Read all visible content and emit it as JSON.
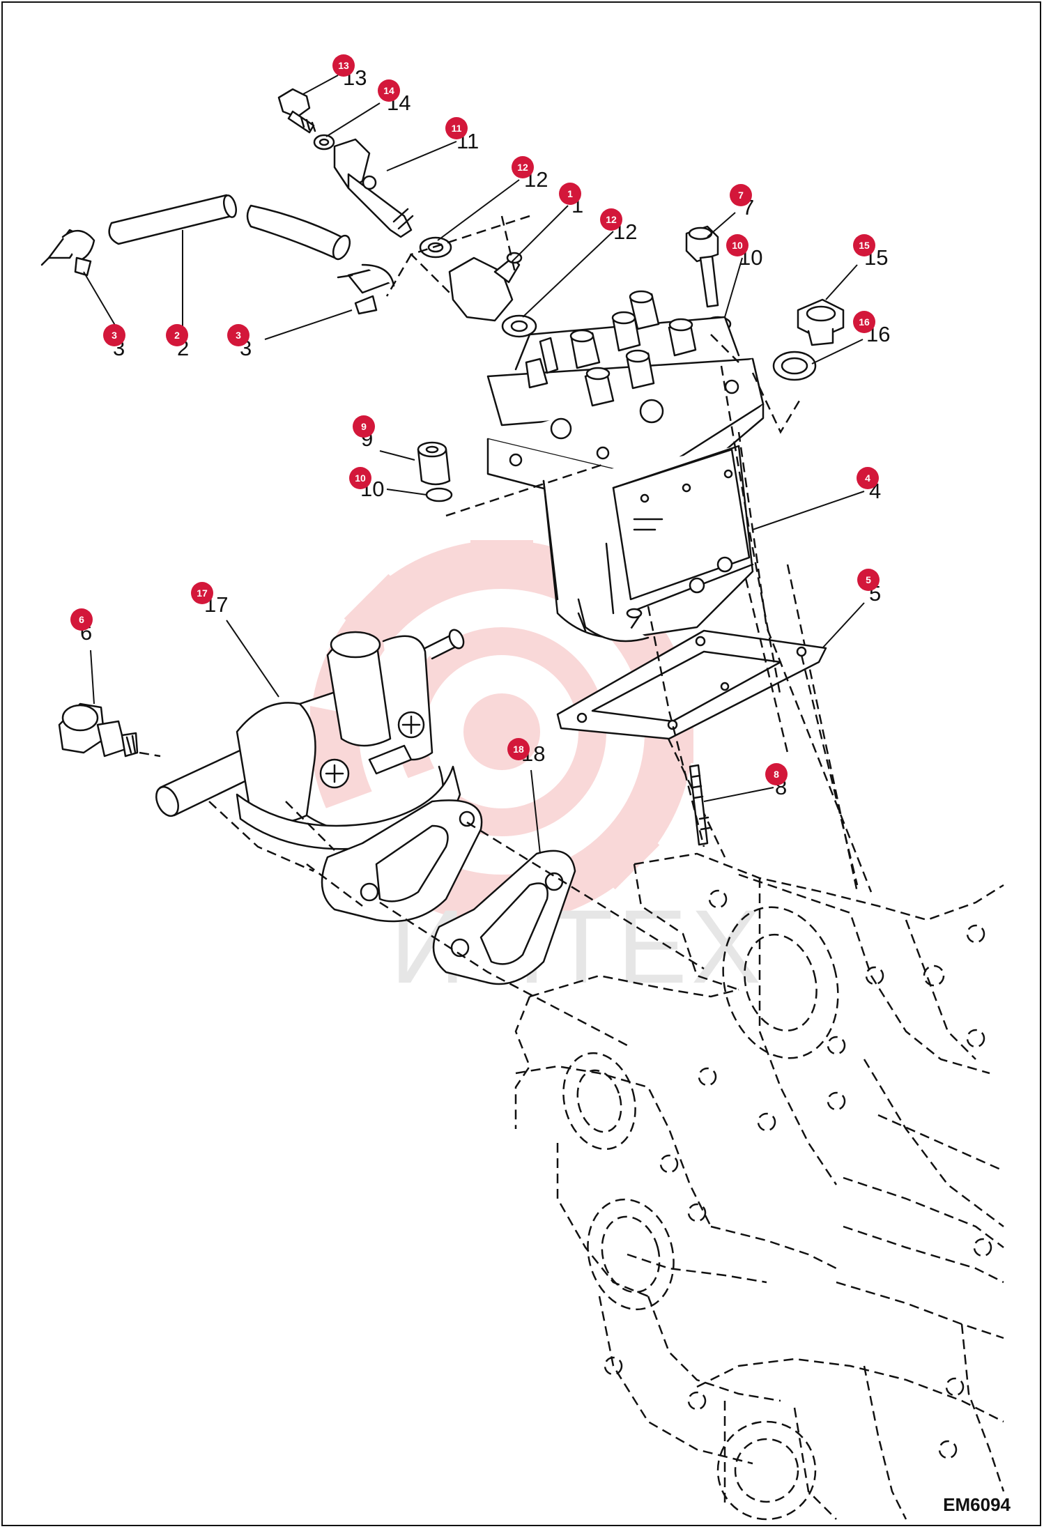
{
  "drawing_id": "EM6094",
  "watermark": {
    "text": "ИНТЕХ"
  },
  "colors": {
    "badge": "#d3173a",
    "line": "#111111",
    "watermark_gear": "#f6c9c9",
    "watermark_text": "#e6e6e6"
  },
  "callouts": [
    {
      "id": "c13",
      "label": "13"
    },
    {
      "id": "c14",
      "label": "14"
    },
    {
      "id": "c11",
      "label": "11"
    },
    {
      "id": "c12a",
      "label": "12"
    },
    {
      "id": "c1",
      "label": "1"
    },
    {
      "id": "c12b",
      "label": "12"
    },
    {
      "id": "c7",
      "label": "7"
    },
    {
      "id": "c10a",
      "label": "10"
    },
    {
      "id": "c15",
      "label": "15"
    },
    {
      "id": "c16",
      "label": "16"
    },
    {
      "id": "c3a",
      "label": "3"
    },
    {
      "id": "c2",
      "label": "2"
    },
    {
      "id": "c3b",
      "label": "3"
    },
    {
      "id": "c9",
      "label": "9"
    },
    {
      "id": "c10b",
      "label": "10"
    },
    {
      "id": "c4",
      "label": "4"
    },
    {
      "id": "c17",
      "label": "17"
    },
    {
      "id": "c6",
      "label": "6"
    },
    {
      "id": "c5",
      "label": "5"
    },
    {
      "id": "c18",
      "label": "18"
    },
    {
      "id": "c8",
      "label": "8"
    }
  ]
}
